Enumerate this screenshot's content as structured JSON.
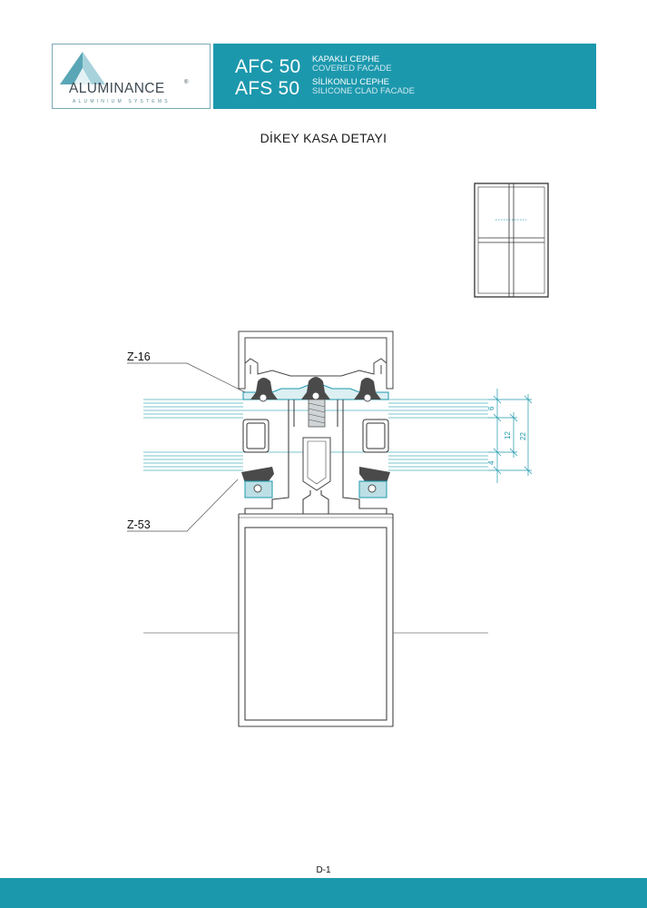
{
  "brand": {
    "name": "ALUMINANCE",
    "registered": "®",
    "tagline": "ALUMINIUM SYSTEMS",
    "accent_color": "#1c98ad",
    "logo_icon": "triangle-logo-icon"
  },
  "header": {
    "products": [
      {
        "code": "AFC 50",
        "label_tr": "KAPAKLI CEPHE",
        "label_en": "COVERED FACADE"
      },
      {
        "code": "AFS 50",
        "label_tr": "SİLİKONLU CEPHE",
        "label_en": "SILICONE CLAD FACADE"
      }
    ]
  },
  "page": {
    "title": "DİKEY KASA DETAYI",
    "number": "D-1"
  },
  "drawing": {
    "callouts": [
      "Z-16",
      "Z-53"
    ],
    "dimensions": [
      "6",
      "12",
      "4",
      "22"
    ]
  }
}
